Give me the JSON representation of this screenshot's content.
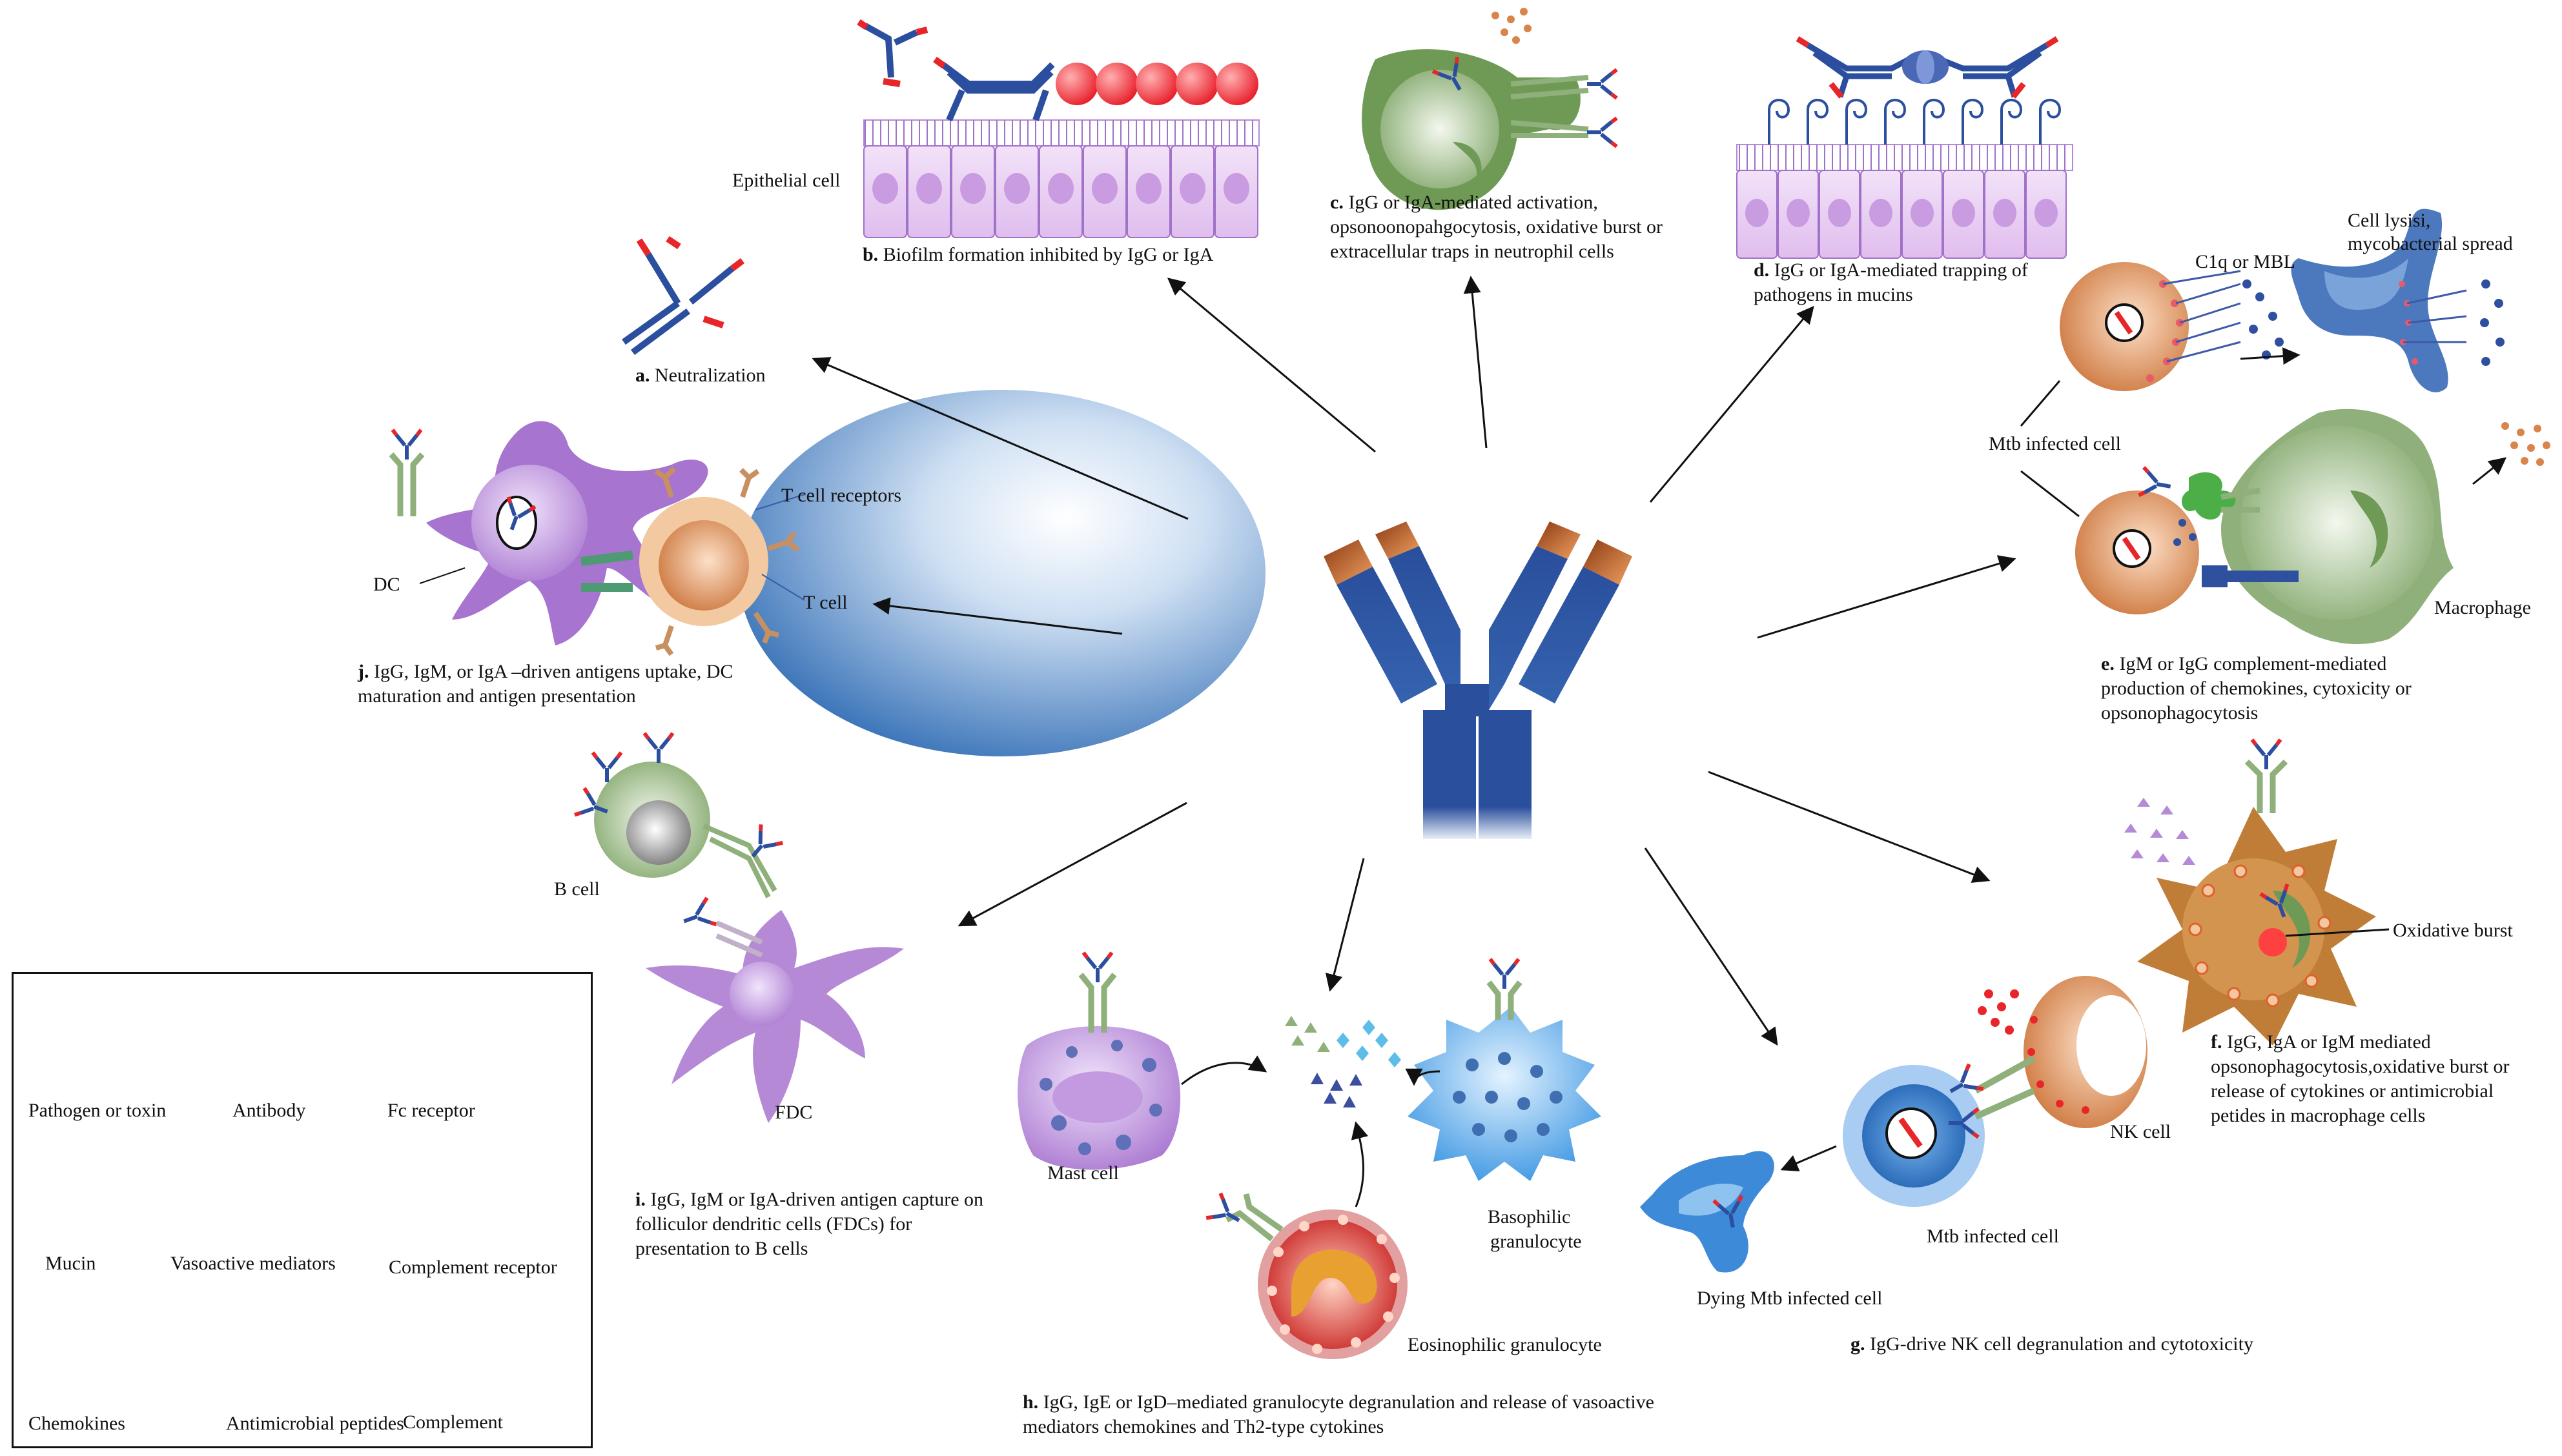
{
  "captions": {
    "a": {
      "letter": "a.",
      "text": "Neutralization"
    },
    "b": {
      "letter": "b.",
      "text": "Biofilm formation inhibited by IgG or IgA"
    },
    "c": {
      "letter": "c.",
      "text": "IgG or IgA-mediated  activation, opsonoonopahgocytosis, oxidative burst or extracellular traps in neutrophil cells"
    },
    "d": {
      "letter": "d.",
      "text": "IgG or IgA-mediated trapping of pathogens in mucins"
    },
    "e": {
      "letter": "e.",
      "text": "IgM or IgG complement-mediated production of chemokines, cytoxicity or opsonophagocytosis"
    },
    "f": {
      "letter": "f.",
      "text": "IgG, IgA or IgM mediated opsonophagocytosis,oxidative burst or release of cytokines  or antimicrobial petides in macrophage cells"
    },
    "g": {
      "letter": "g.",
      "text": "IgG-drive NK cell degranulation and cytotoxicity"
    },
    "h": {
      "letter": "h.",
      "text": "IgG, IgE or IgD–mediated granulocyte degranulation and release of vasoactive mediators chemokines and Th2-type cytokines"
    },
    "i": {
      "letter": "i.",
      "text": "IgG, IgM or IgA-driven antigen capture on folliculor dendritic cells (FDCs) for presentation to B cells"
    },
    "j": {
      "letter": "j.",
      "text": "IgG, IgM, or IgA –driven antigens uptake, DC maturation and antigen presentation"
    }
  },
  "labels": {
    "epithelial_cell": "Epithelial cell",
    "cell_lysis": "Cell lysisi,",
    "mycobacterial_spread": "mycobacterial spread",
    "c1q_mbl": "C1q or MBL",
    "mtb_infected_cell_e": "Mtb infected cell",
    "macrophage": "Macrophage",
    "t_cell_receptors": "T cell receptors",
    "dc": "DC",
    "t_cell": "T cell",
    "b_cell": "B cell",
    "fdc": "FDC",
    "oxidative_burst": "Oxidative burst",
    "nk_cell": "NK cell",
    "mtb_infected_cell_g": "Mtb infected cell",
    "dying_mtb": "Dying Mtb infected cell",
    "mast_cell": "Mast cell",
    "basophilic": "Basophilic",
    "granulocyte": "granulocyte",
    "eosinophilic": "Eosinophilic granulocyte"
  },
  "legend": {
    "items": [
      {
        "label": "Pathogen or toxin",
        "icon": "pathogen-icon"
      },
      {
        "label": "Antibody",
        "icon": "antibody-icon"
      },
      {
        "label": "Fc receptor",
        "icon": "fc-receptor-icon"
      },
      {
        "label": "Mucin",
        "icon": "mucin-icon"
      },
      {
        "label": "Vasoactive mediators",
        "icon": "vasoactive-icon"
      },
      {
        "label": "Complement  receptor",
        "icon": "complement-receptor-icon"
      },
      {
        "label": "Chemokines",
        "icon": "chemokines-icon"
      },
      {
        "label": "Antimicrobial peptides",
        "icon": "antimicrobial-icon"
      },
      {
        "label": "Complement",
        "icon": "complement-icon"
      }
    ]
  },
  "colors": {
    "antibody_blue": "#2b4f9e",
    "antibody_red": "#e8262a",
    "center_blue": "#2f6db5",
    "fc_green": "#8fb07a",
    "purple_cell": "#b58ad6",
    "orange_cell": "#d9844a",
    "green_cell": "#8fb07a",
    "epithelial_pink": "#e5c3ef"
  }
}
